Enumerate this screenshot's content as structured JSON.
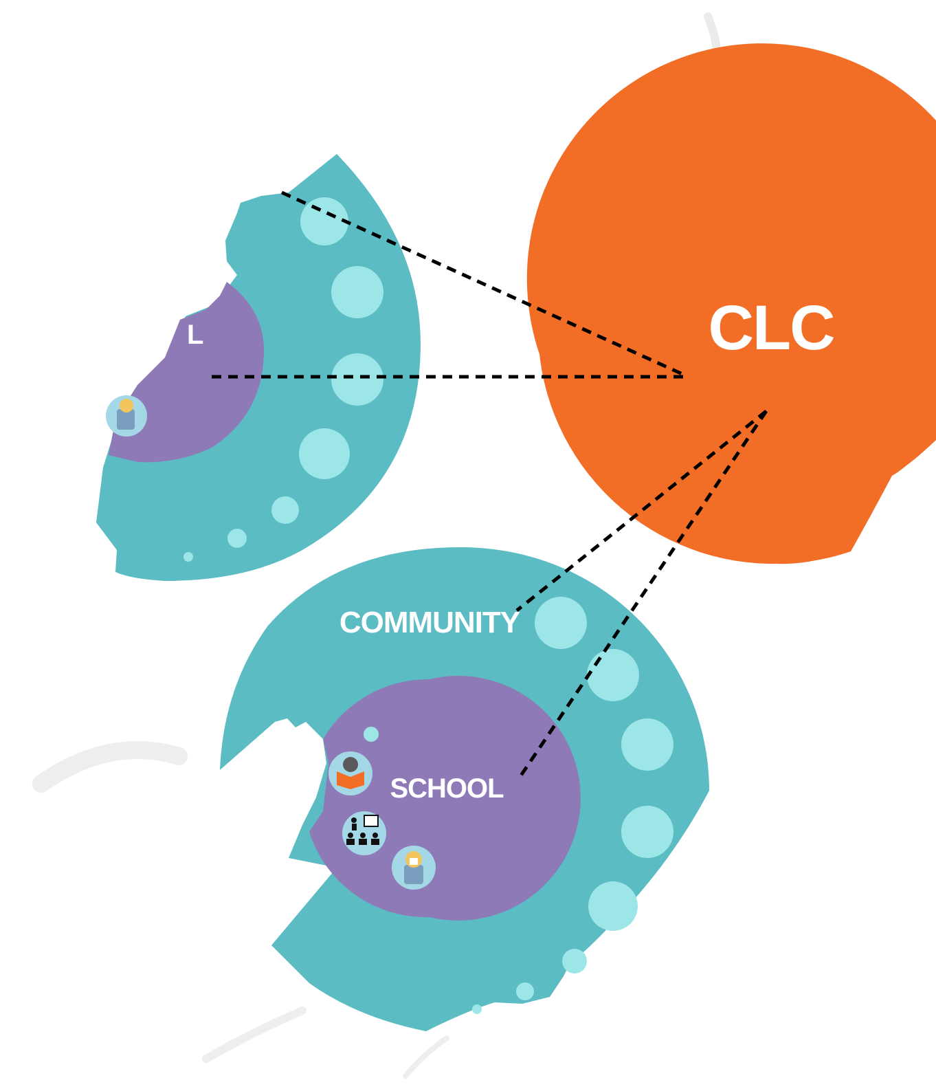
{
  "diagram": {
    "hub_label": "CLC",
    "clusters": [
      {
        "id": "cluster-upper",
        "outer_label": "",
        "inner_label_visible": "L"
      },
      {
        "id": "cluster-lower",
        "outer_label": "COMMUNITY",
        "inner_label": "SCHOOL"
      }
    ],
    "icons": [
      "student-reading-icon",
      "teacher-presentation-icon",
      "student-with-book-icon"
    ],
    "colors": {
      "hub": "#F26E26",
      "outer_ring": "#5BBCC4",
      "inner_circle": "#8F7AB8",
      "bubble": "#9DE6E8",
      "icon_bg": "#A5D8E6",
      "connector": "#000000",
      "label": "#FFFFFF",
      "background": "#FFFFFF"
    }
  }
}
